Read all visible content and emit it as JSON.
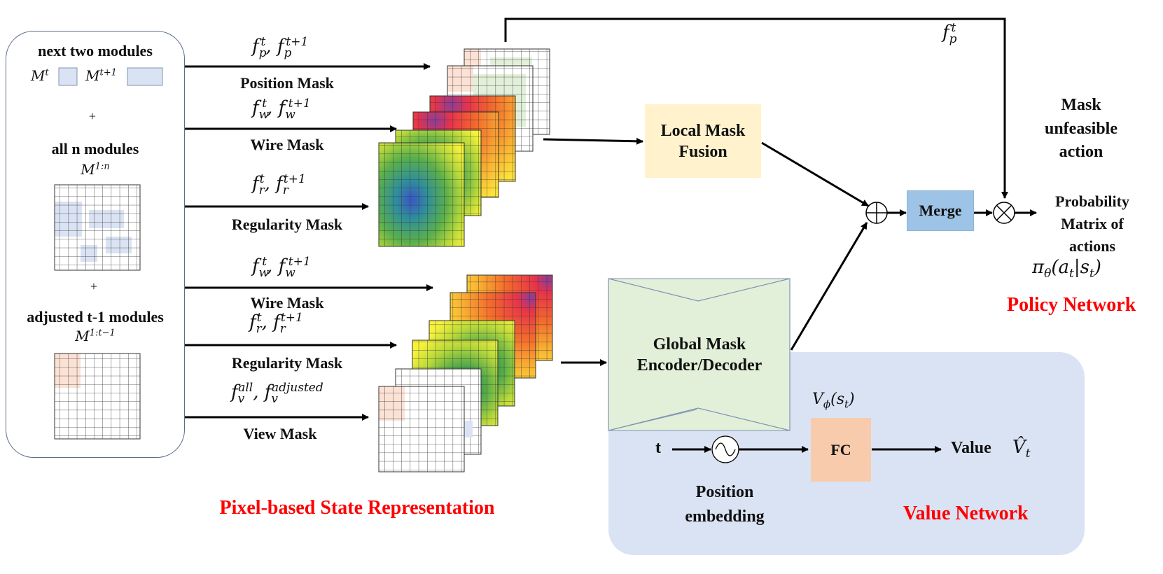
{
  "left_panel": {
    "next_two_title": "next two modules",
    "m_t": "M",
    "m_t_sup": "t",
    "m_t1": "M",
    "m_t1_sup": "t+1",
    "plus_1": "+",
    "all_n_title": "all n modules",
    "m_1n": "M",
    "m_1n_sup": "1:n",
    "plus_2": "+",
    "adjusted_title": "adjusted t-1 modules",
    "m_1t1": "M",
    "m_1t1_sup": "1:t−1"
  },
  "masks": {
    "position": {
      "f_base": "f",
      "sub": "p",
      "label": "Position Mask"
    },
    "wire_top": {
      "f_base": "f",
      "sub": "w",
      "label": "Wire Mask"
    },
    "regularity_top": {
      "f_base": "f",
      "sub": "r",
      "label": "Regularity Mask"
    },
    "wire_bottom": {
      "f_base": "f",
      "sub": "w",
      "label": "Wire Mask"
    },
    "regularity_bottom": {
      "f_base": "f",
      "sub": "r",
      "label": "Regularity Mask"
    },
    "view": {
      "f_base": "f",
      "sub": "v",
      "sup1": "all",
      "sup2": "adjusted",
      "label": "View Mask"
    },
    "sup_t": "t",
    "sup_t1": "t+1"
  },
  "blocks": {
    "local_mask_fusion": "Local Mask Fusion",
    "global_mask": "Global Mask Encoder/Decoder",
    "merge": "Merge",
    "fc": "FC"
  },
  "labels": {
    "fp_top": "f",
    "fp_top_sub": "p",
    "fp_top_sup": "t",
    "mask_unfeasible": "Mask unfeasible action",
    "probability_matrix": "Probability Matrix of actions",
    "pi_expr": "π",
    "pi_sub": "θ",
    "pi_args": "(a",
    "pi_args_sub1": "t",
    "pi_args_mid": "|s",
    "pi_args_sub2": "t",
    "pi_close": ")",
    "v_phi": "V",
    "v_phi_sub": "ϕ",
    "v_phi_args": "(s",
    "v_phi_args_sub": "t",
    "v_phi_close": ")",
    "t_input": "t",
    "position_embedding": "Position embedding",
    "value_out": "Value",
    "v_hat": "V̂",
    "v_hat_sub": "t"
  },
  "section_titles": {
    "pixel_state": "Pixel-based State Representation",
    "policy_network": "Policy Network",
    "value_network": "Value Network"
  },
  "colors": {
    "module_blue": "#dae3f3",
    "module_peach": "#fbe2d5",
    "fusion_yellow": "#fff2cc",
    "merge_blue": "#9dc3e6",
    "fc_peach": "#f8cbad",
    "global_green": "#e2f0d9",
    "title_red": "#ff0000",
    "value_panel": "#dae3f3"
  }
}
